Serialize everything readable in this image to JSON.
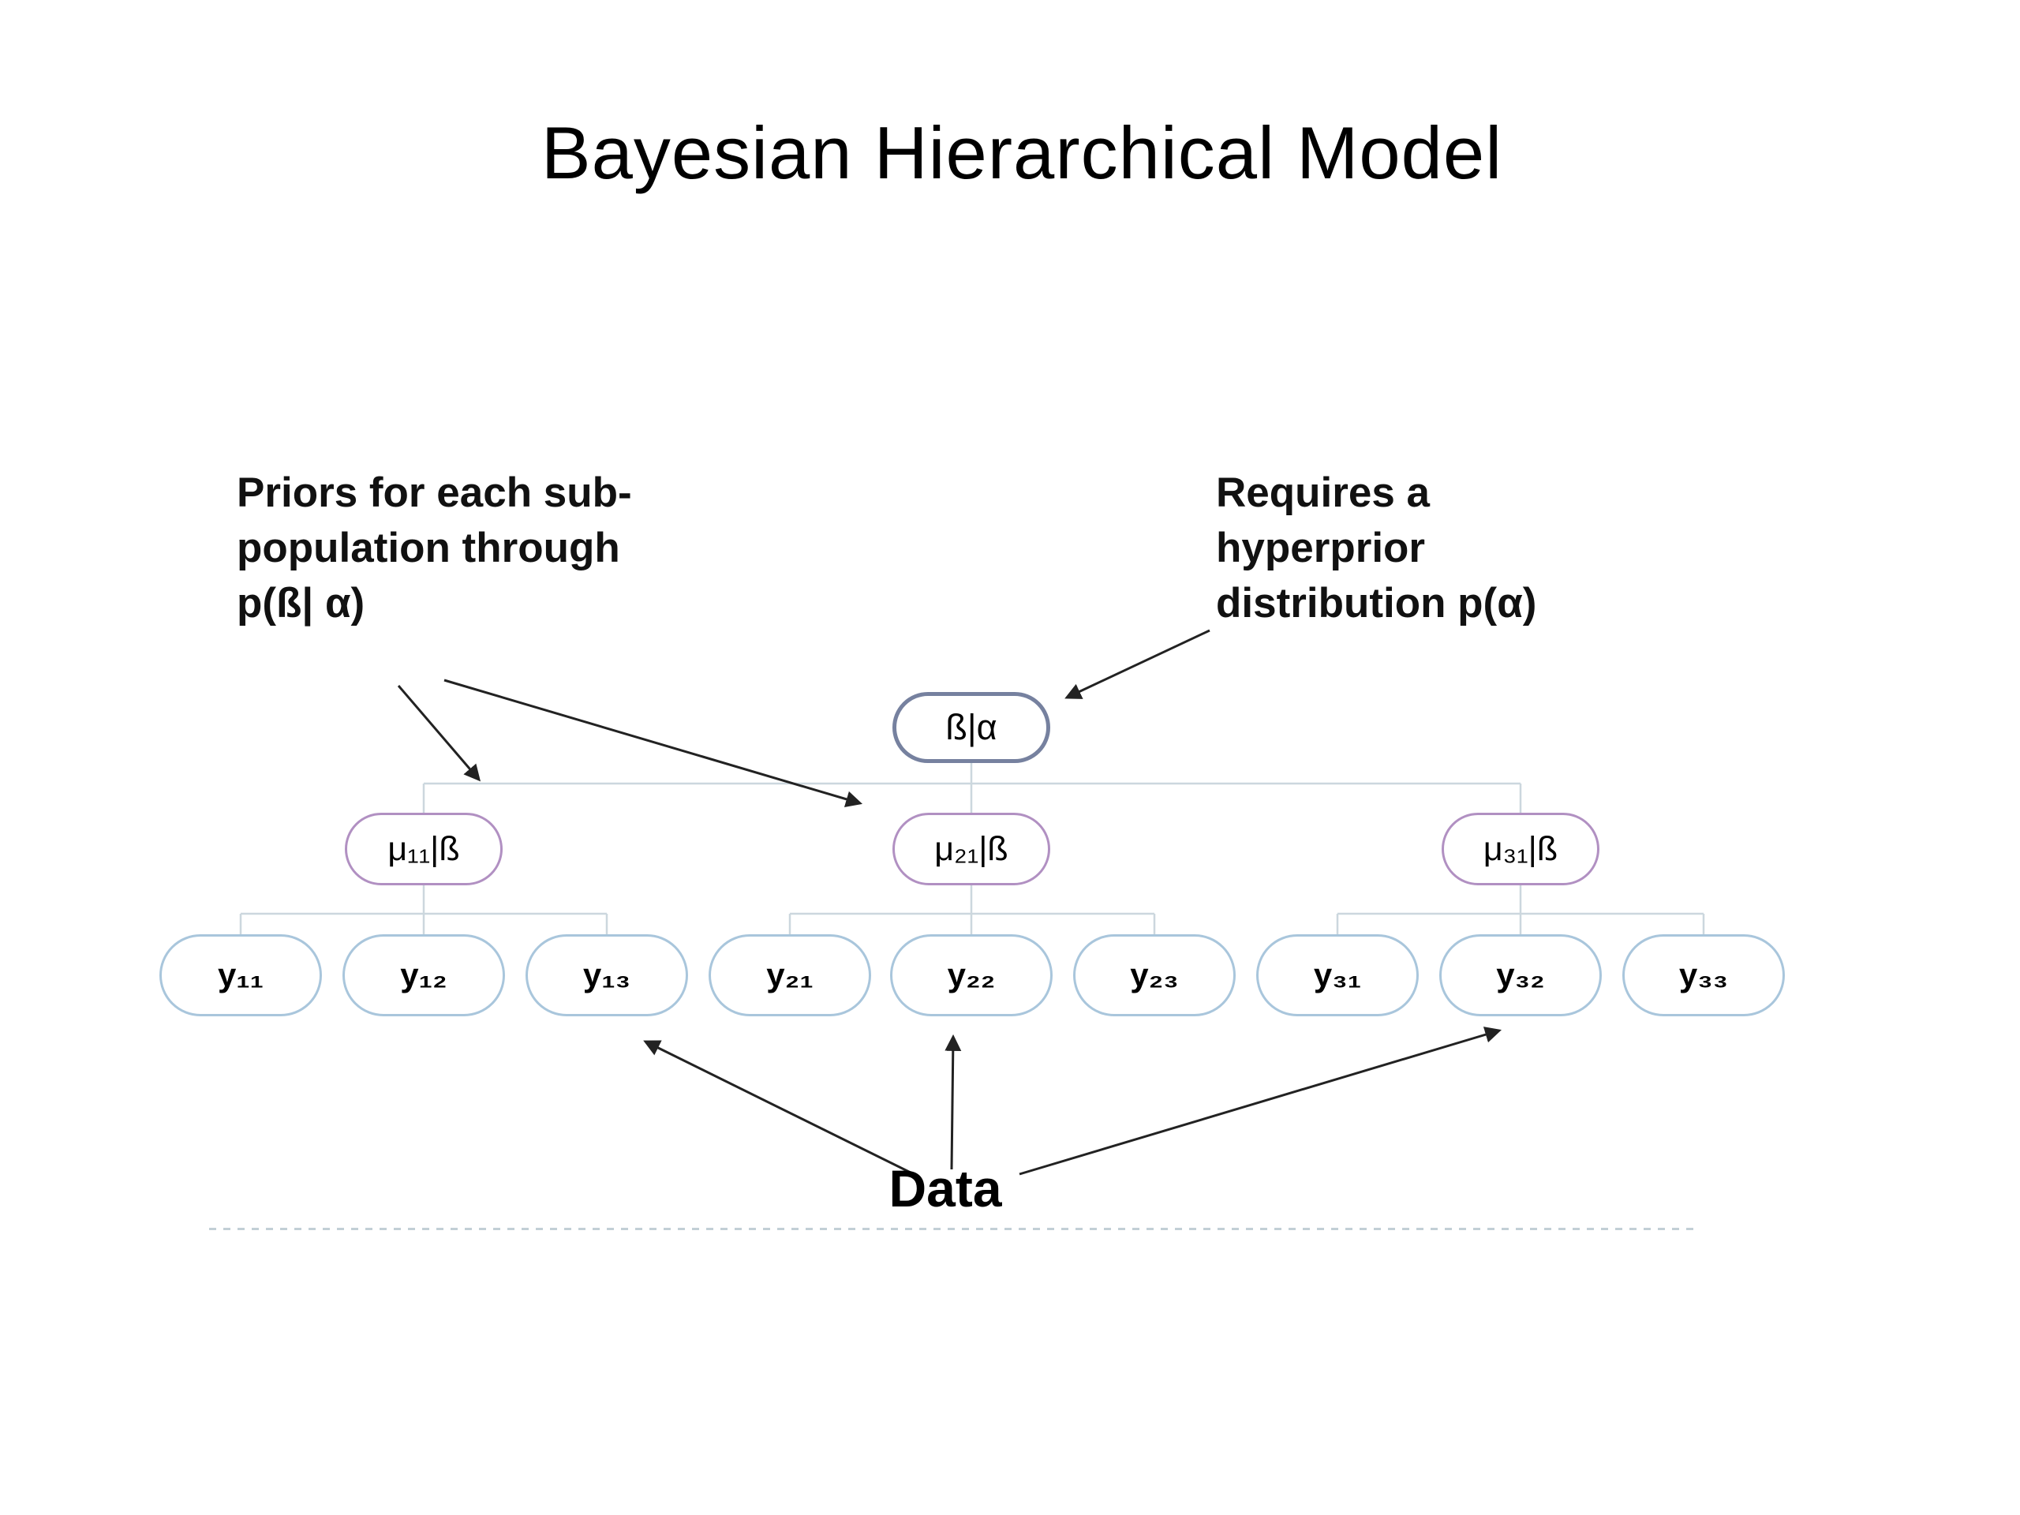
{
  "slide": {
    "title": "Bayesian Hierarchical Model"
  },
  "annotations": {
    "priors": "Priors for each sub-\npopulation through\np(ß| α)",
    "hyperprior": "Requires a\nhyperprior\ndistribution p(α)",
    "data_label": "Data"
  },
  "tree": {
    "root": {
      "label": "ß|α",
      "border_color": "#76819f"
    },
    "middle_border_color": "#b190c2",
    "middle_nodes": [
      {
        "label": "μ₁₁|ß"
      },
      {
        "label": "μ₂₁|ß"
      },
      {
        "label": "μ₃₁|ß"
      }
    ],
    "leaf_border_color": "#a9c6dc",
    "leaf_nodes": [
      {
        "label": "y₁₁"
      },
      {
        "label": "y₁₂"
      },
      {
        "label": "y₁₃"
      },
      {
        "label": "y₂₁"
      },
      {
        "label": "y₂₂"
      },
      {
        "label": "y₂₃"
      },
      {
        "label": "y₃₁"
      },
      {
        "label": "y₃₂"
      },
      {
        "label": "y₃₃"
      }
    ],
    "connector_color": "#ccd7de",
    "arrow_color": "#222222"
  }
}
